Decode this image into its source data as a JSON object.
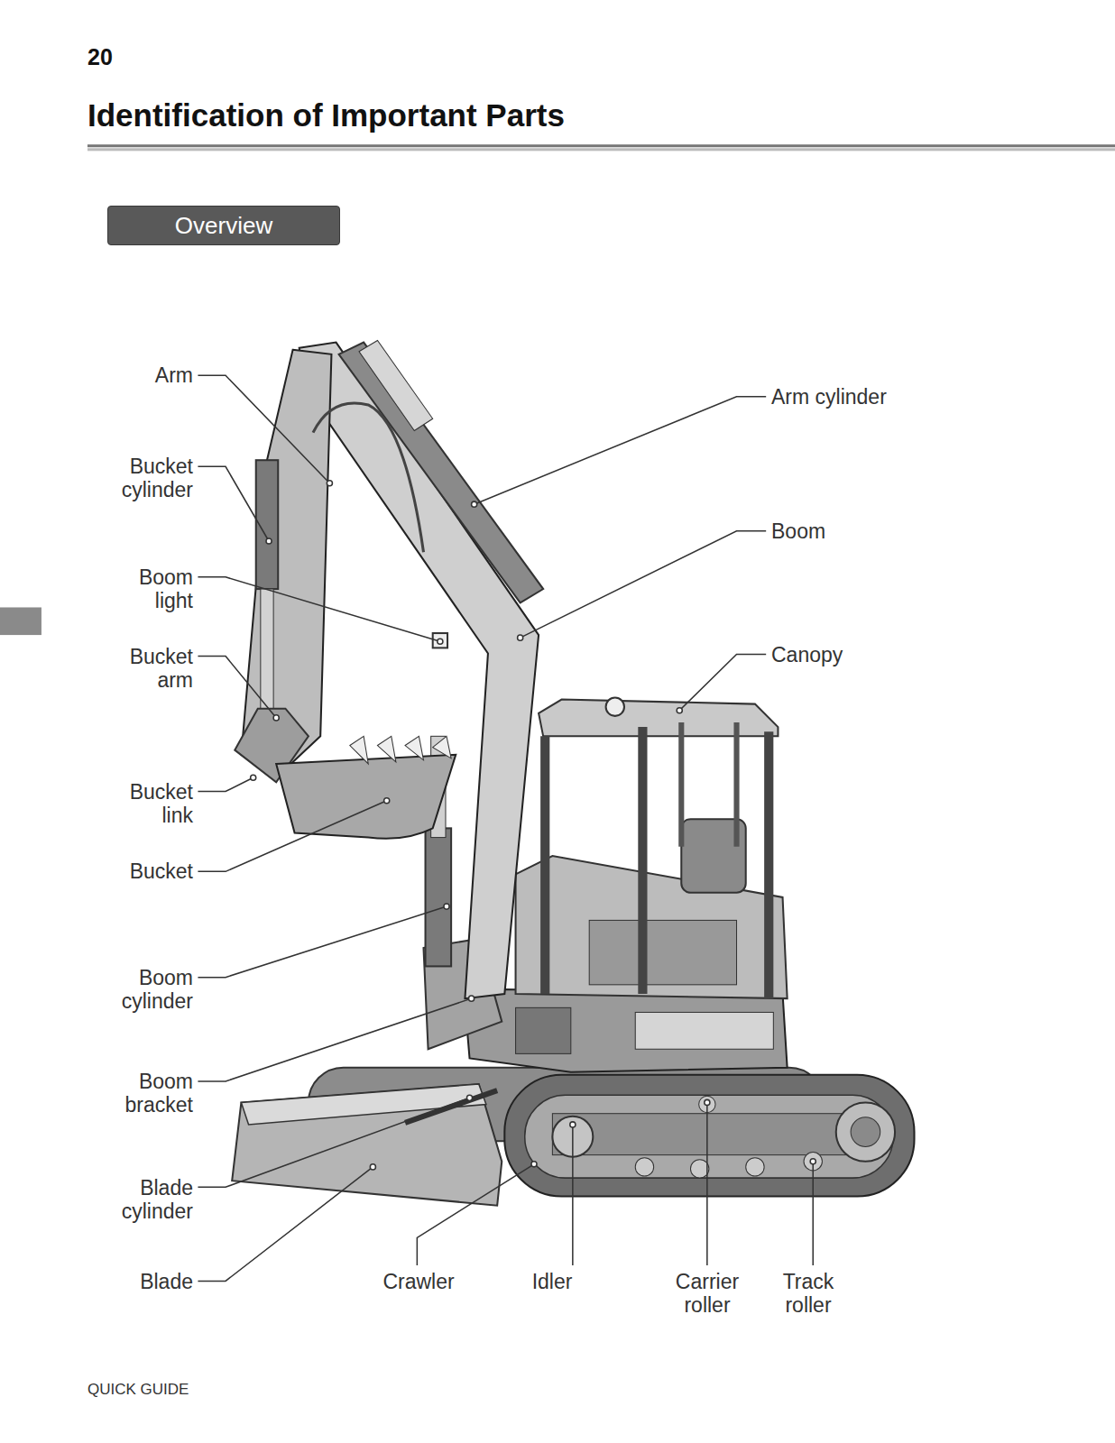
{
  "diagram": {
    "title": "Identification of Important Parts",
    "nodes": [
      {
        "text": [
          "Overview"
        ]
      }
    ],
    "labels": [
      "20",
      "Arm",
      "Bucket cylinder",
      "Boom light",
      "Bucket arm",
      "Bucket link",
      "Bucket",
      "Boom cylinder",
      "Boom bracket",
      "Blade cylinder",
      "Blade",
      "Arm cylinder",
      "Boom",
      "Canopy",
      "Crawler",
      "Idler",
      "Carrier roller",
      "Track roller",
      "QUICK GUIDE"
    ]
  }
}
